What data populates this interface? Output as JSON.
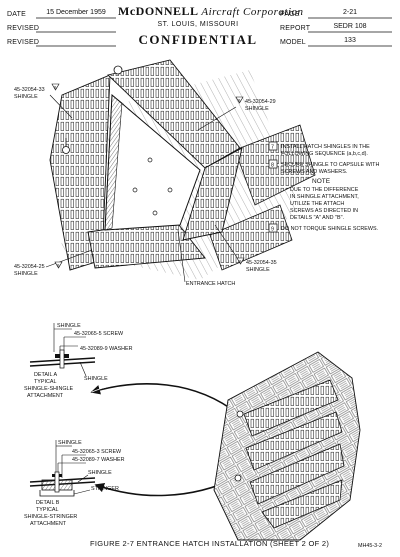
{
  "header": {
    "date_label": "DATE",
    "date_value": "15 December 1959",
    "revised_label_1": "REVISED",
    "revised_label_2": "REVISED",
    "company_main": "McDONNELL",
    "company_script": "Aircraft Corporation",
    "city": "ST. LOUIS, MISSOURI",
    "classification": "CONFIDENTIAL",
    "page_label": "PAGE",
    "page_value": "2-21",
    "report_label": "REPORT",
    "report_value": "SEDR 108",
    "model_label": "MODEL",
    "model_value": "133"
  },
  "upper_figure": {
    "callout_top_left": "45-32054-33",
    "callout_top_left_b": "SHINGLE",
    "callout_top_left_num": "6",
    "callout_top_right": "45-32054-29",
    "callout_top_right_b": "SHINGLE",
    "callout_top_right_num": "6",
    "callout_bottom_left": "45-32054-25",
    "callout_bottom_left_b": "SHINGLE",
    "callout_bottom_left_num": "6",
    "callout_bottom_right": "45-32054-35",
    "callout_bottom_right_b": "SHINGLE",
    "callout_bottom_right_num": "6",
    "hatch_label": "ENTRANCE HATCH"
  },
  "notes": {
    "note7_num": "7",
    "note7_line1": "INSTALL HATCH SHINGLES IN THE",
    "note7_line2": "FOLLOWING SEQUENCE (a,b,c,d).",
    "note8_num": "8",
    "note8_line1": "SECURE SHINGLE TO CAPSULE WITH",
    "note8_line2": "SCREWS AND WASHERS.",
    "note_heading": "NOTE",
    "note_line1": "DUE TO THE DIFFERENCE",
    "note_line2": "IN SHINGLE ATTACHMENT,",
    "note_line3": "UTILIZE THE ATTACH",
    "note_line4": "SCREWS AS DIRECTED IN",
    "note_line5": "DETAILS \"A\" AND \"B\".",
    "note9_num": "9",
    "note9_line1": "DO NOT TORQUE SHINGLE SCREWS."
  },
  "detail_a": {
    "shingle": "SHINGLE",
    "screw": "45-32065-5 SCREW",
    "washer": "45-32089-9 WASHER",
    "shingle2": "SHINGLE",
    "title1": "DETAIL A",
    "title2": "TYPICAL",
    "title3": "SHINGLE-SHINGLE",
    "title4": "ATTACHMENT"
  },
  "detail_b": {
    "shingle": "SHINGLE",
    "screw": "45-32065-3 SCREW",
    "washer": "45-32089-7 WASHER",
    "shingle2": "SHINGLE",
    "stringer": "STRINGER",
    "title1": "DETAIL B",
    "title2": "TYPICAL",
    "title3": "SHINGLE-STRINGER",
    "title4": "ATTACHMENT"
  },
  "caption": "FIGURE 2-7  ENTRANCE HATCH INSTALLATION (SHEET 2 OF 2)",
  "drawing_number": "MH45-3-2"
}
